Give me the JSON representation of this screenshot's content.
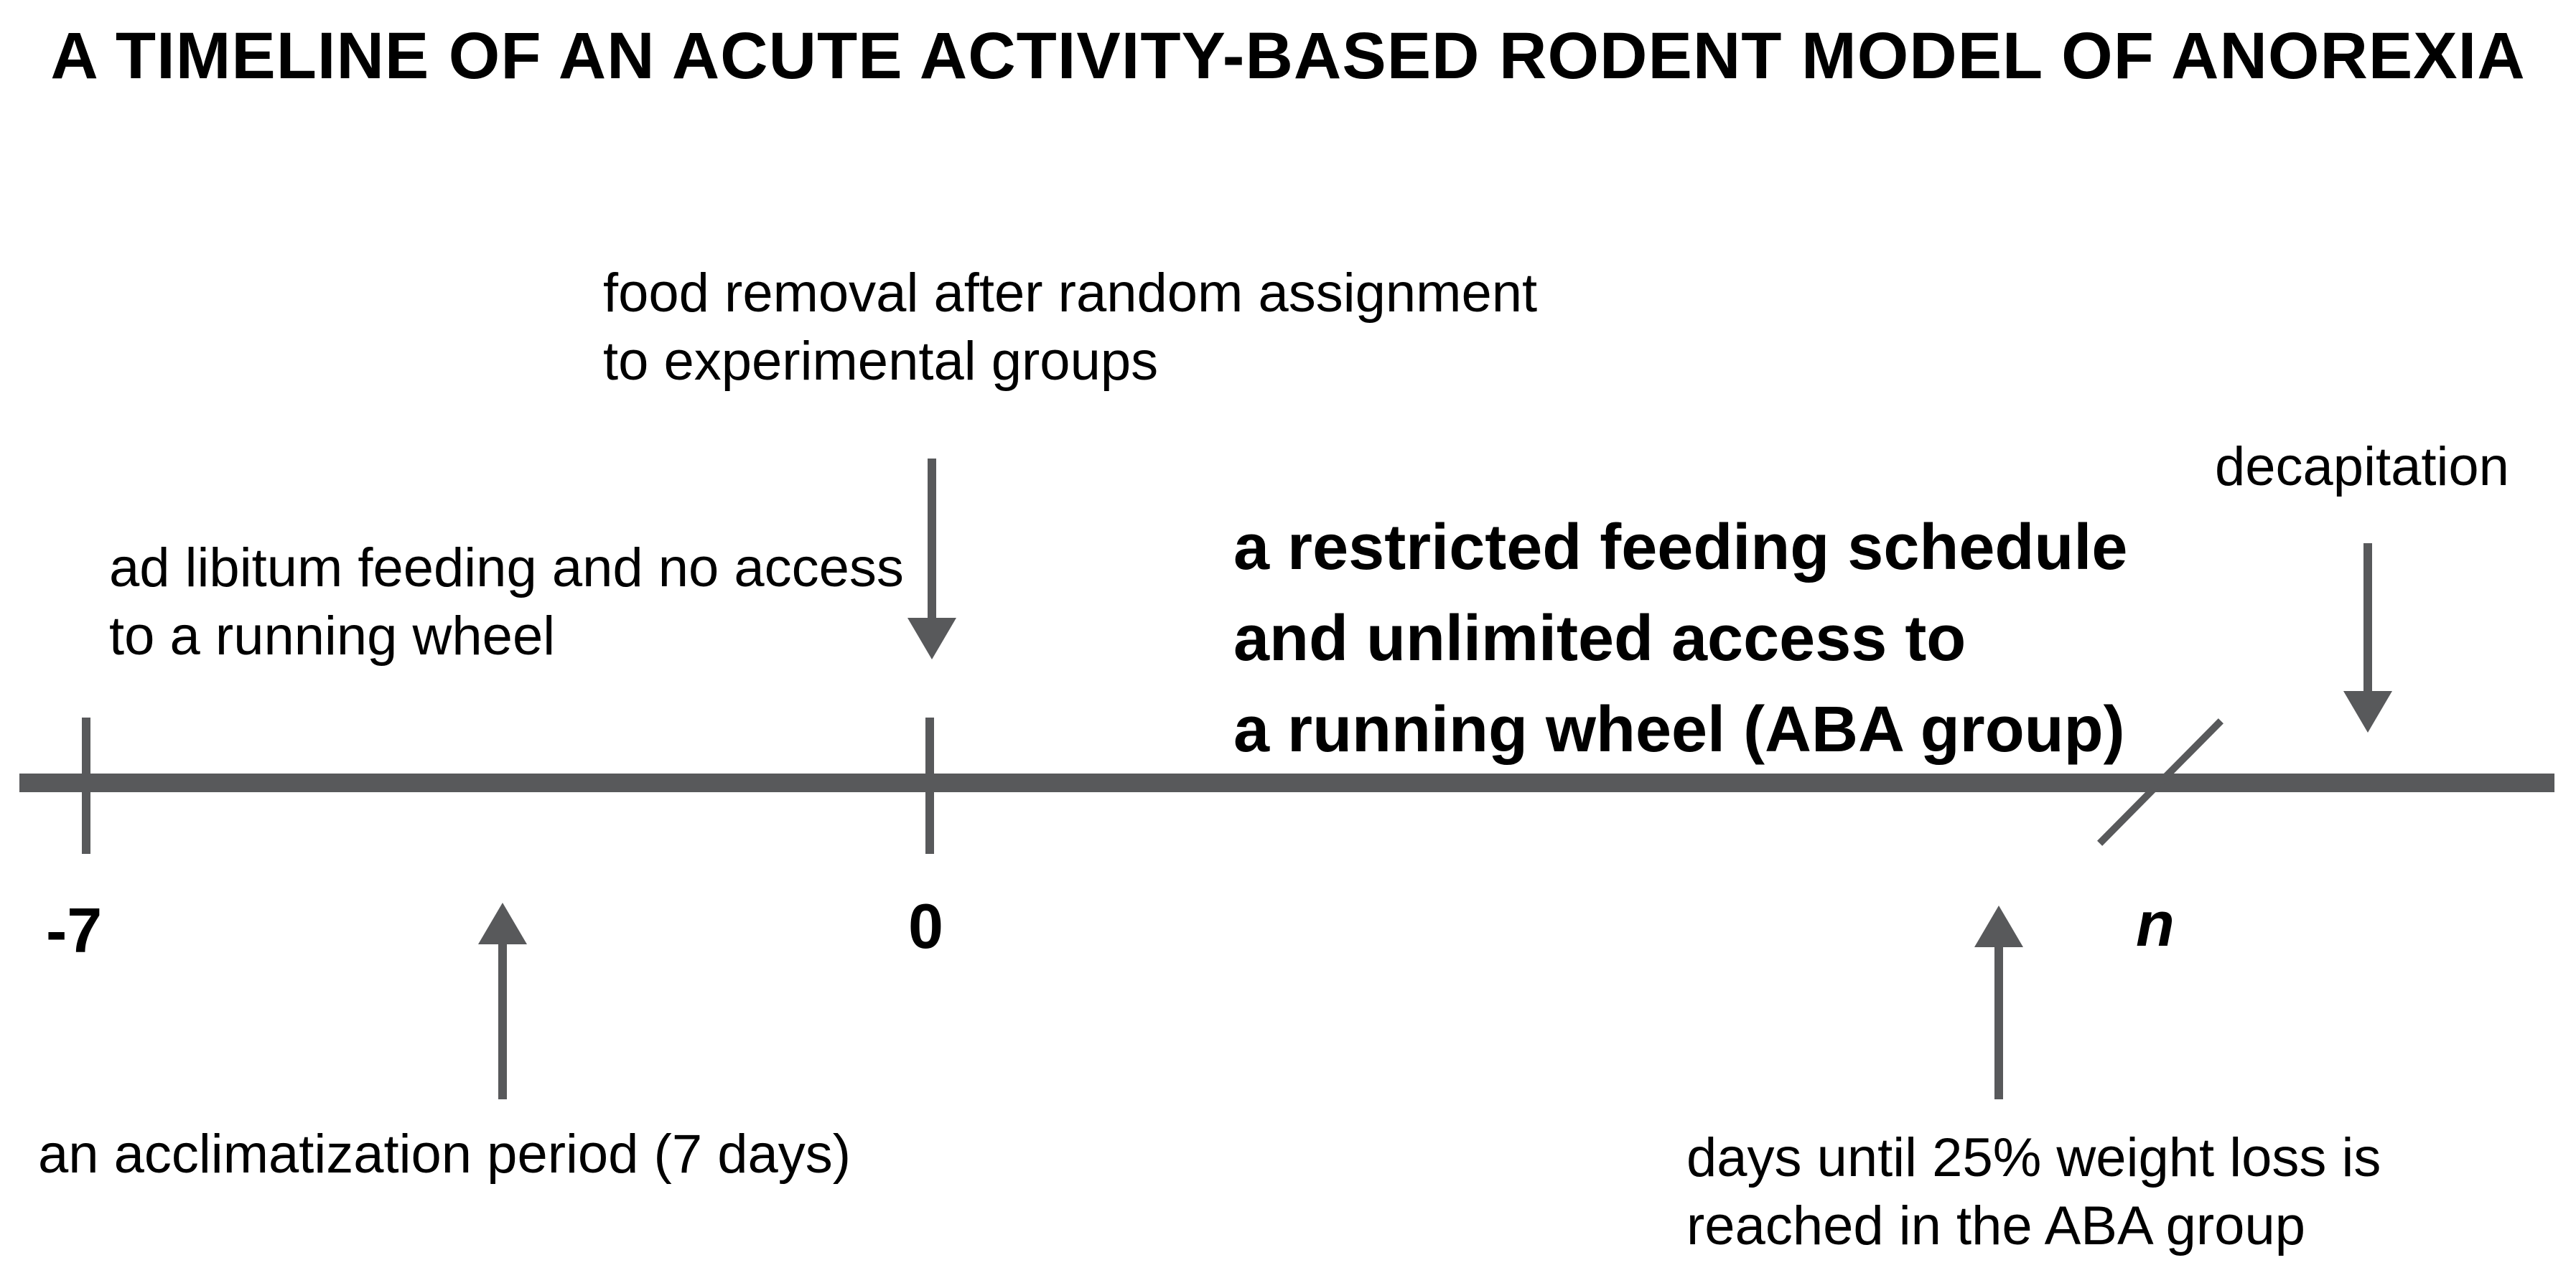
{
  "title": "A TIMELINE OF AN ACUTE ACTIVITY-BASED RODENT MODEL OF ANOREXIA",
  "colors": {
    "line_gray": "#58595b",
    "text_black": "#000000",
    "background": "#ffffff"
  },
  "phases": {
    "baseline_phase": {
      "line1": "ad libitum feeding and no access",
      "line2": "to a running wheel"
    },
    "aba_phase": {
      "line1": "a restricted feeding schedule",
      "line2": "and unlimited access to",
      "line3": "a running wheel (ABA group)"
    }
  },
  "events": {
    "food_removal": {
      "line1": "food removal after random assignment",
      "line2": "to experimental groups"
    },
    "decapitation": {
      "label": "decapitation"
    },
    "acclimatization": {
      "label": "an acclimatization period (7 days)"
    },
    "weight_loss": {
      "line1": "days until 25% weight loss is",
      "line2": "reached in the ABA group"
    }
  },
  "axis": {
    "tick_start": "-7",
    "tick_zero": "0",
    "tick_end": "n"
  }
}
